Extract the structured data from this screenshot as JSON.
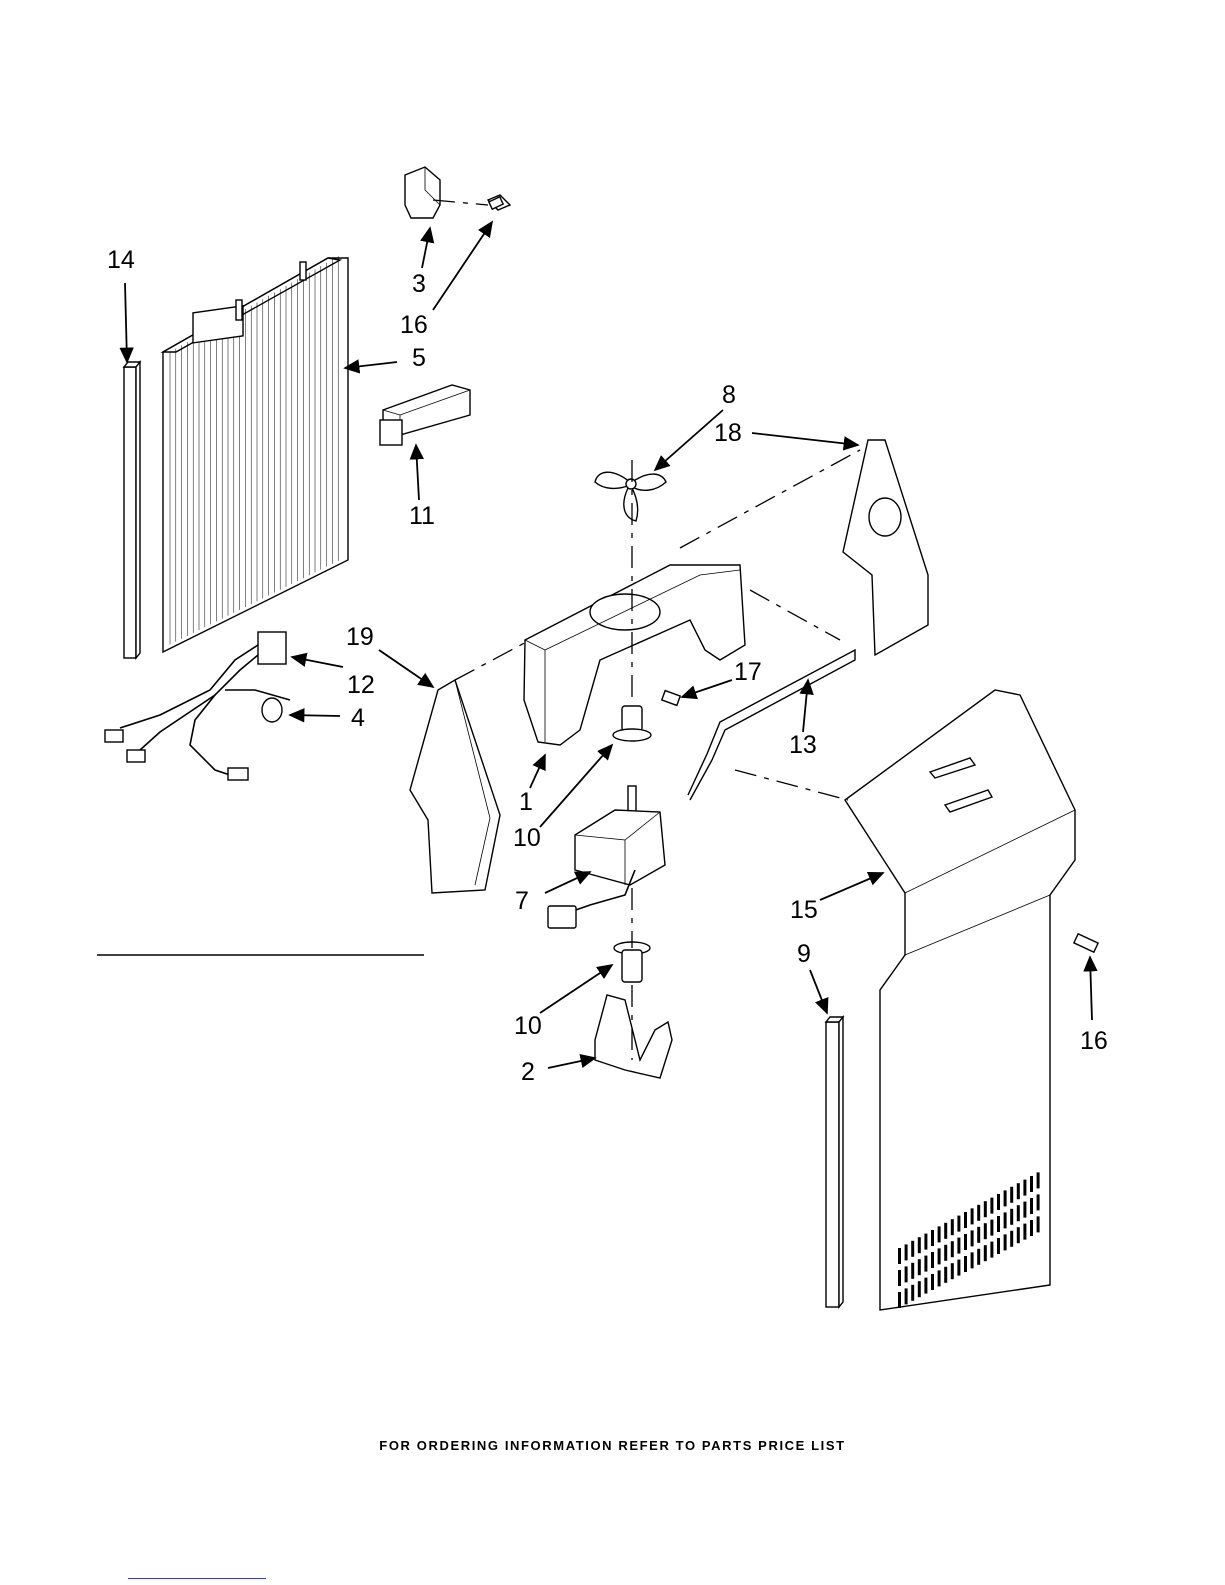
{
  "diagram": {
    "callouts": [
      "14",
      "3",
      "16",
      "5",
      "11",
      "8",
      "18",
      "19",
      "12",
      "4",
      "17",
      "13",
      "1",
      "10",
      "7",
      "15",
      "9",
      "16",
      "10",
      "2"
    ],
    "footer_text": "FOR ORDERING INFORMATION REFER TO PARTS PRICE LIST"
  }
}
